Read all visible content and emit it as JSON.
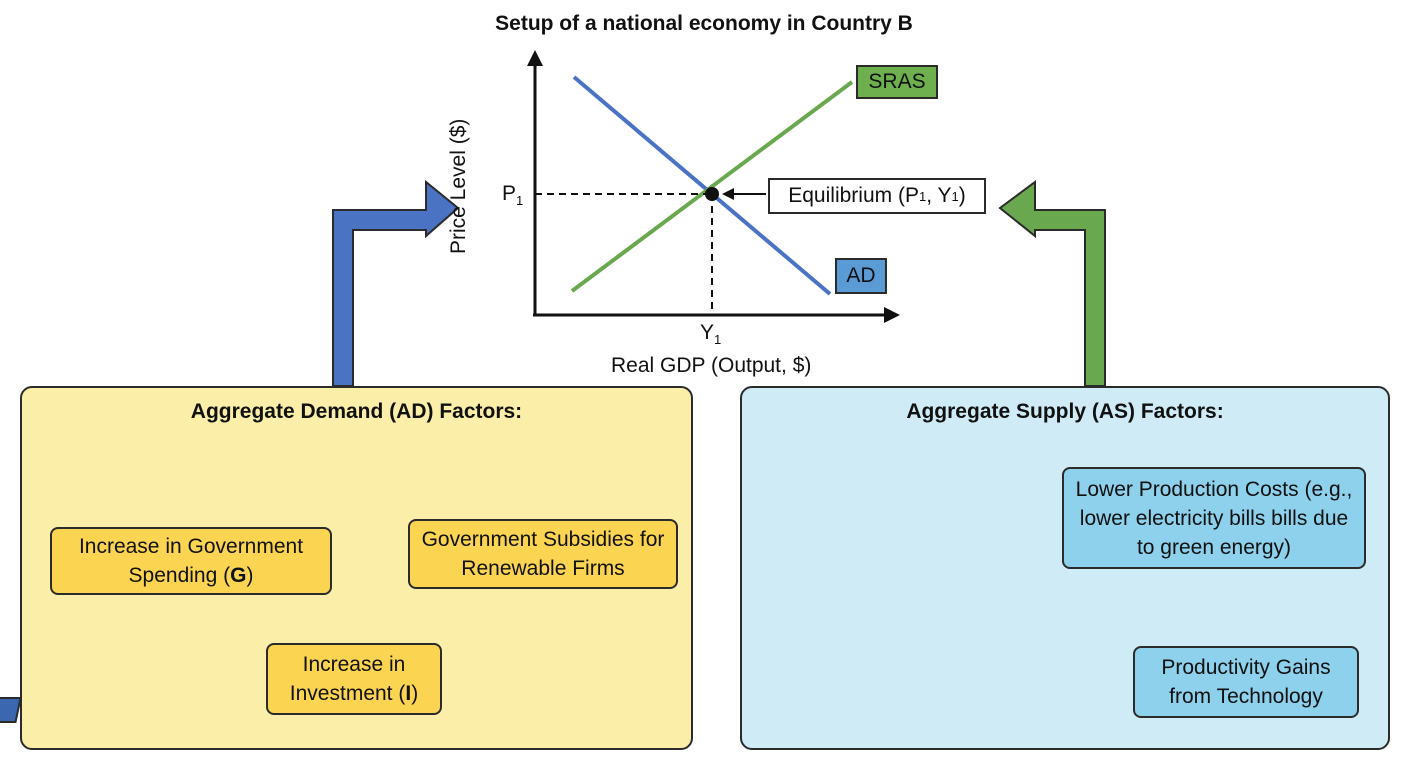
{
  "title": "Setup of a national economy in Country B",
  "graph": {
    "y_axis_label": "Price Level ($)",
    "x_axis_label": "Real GDP (Output, $)",
    "p_label": "P",
    "p_sub": "1",
    "y_label": "Y",
    "y_sub": "1",
    "sras_label": "SRAS",
    "ad_label": "AD",
    "eq_text": "Equilibrium (P",
    "eq_sub1": "1",
    "eq_mid": ", Y",
    "eq_sub2": "1",
    "eq_end": ")"
  },
  "ad_panel": {
    "title": "Aggregate Demand (AD) Factors:",
    "gov_spending_pre": "Increase in Government Spending (",
    "gov_spending_bold": "G",
    "gov_spending_post": ")",
    "subsidies": "Government Subsidies for Renewable Firms",
    "investment_pre": "Increase in Investment (",
    "investment_bold": "I",
    "investment_post": ")"
  },
  "as_panel": {
    "title": "Aggregate Supply (AS) Factors:",
    "costs": "Lower Production Costs (e.g., lower electricity bills bills due to green energy)",
    "productivity": "Productivity Gains from Technology"
  },
  "colors": {
    "ad_blue": "#4a73c4",
    "sras_green": "#6aa84f",
    "ad_panel_bg": "#fbeea8",
    "as_panel_bg": "#cfebf5",
    "yellow_box": "#fbd451",
    "blue_box": "#8ed1ec"
  }
}
